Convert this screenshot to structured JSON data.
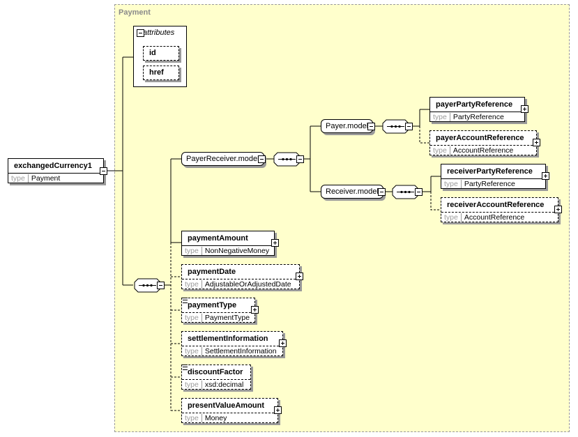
{
  "panel": {
    "title": "Payment"
  },
  "type_keyword": "type",
  "root": {
    "name": "exchangedCurrency1",
    "type": "Payment"
  },
  "attributes": {
    "header": "attributes",
    "items": [
      "id",
      "href"
    ]
  },
  "groups": {
    "payer_receiver": "PayerReceiver.model",
    "payer": "Payer.model",
    "receiver": "Receiver.model"
  },
  "elements": {
    "payerPartyReference": {
      "name": "payerPartyReference",
      "type": "PartyReference"
    },
    "payerAccountReference": {
      "name": "payerAccountReference",
      "type": "AccountReference"
    },
    "receiverPartyReference": {
      "name": "receiverPartyReference",
      "type": "PartyReference"
    },
    "receiverAccountReference": {
      "name": "receiverAccountReference",
      "type": "AccountReference"
    },
    "paymentAmount": {
      "name": "paymentAmount",
      "type": "NonNegativeMoney"
    },
    "paymentDate": {
      "name": "paymentDate",
      "type": "AdjustableOrAdjustedDate"
    },
    "paymentType": {
      "name": "paymentType",
      "type": "PaymentType"
    },
    "settlementInformation": {
      "name": "settlementInformation",
      "type": "SettlementInformation"
    },
    "discountFactor": {
      "name": "discountFactor",
      "type": "xsd:decimal"
    },
    "presentValueAmount": {
      "name": "presentValueAmount",
      "type": "Money"
    }
  }
}
